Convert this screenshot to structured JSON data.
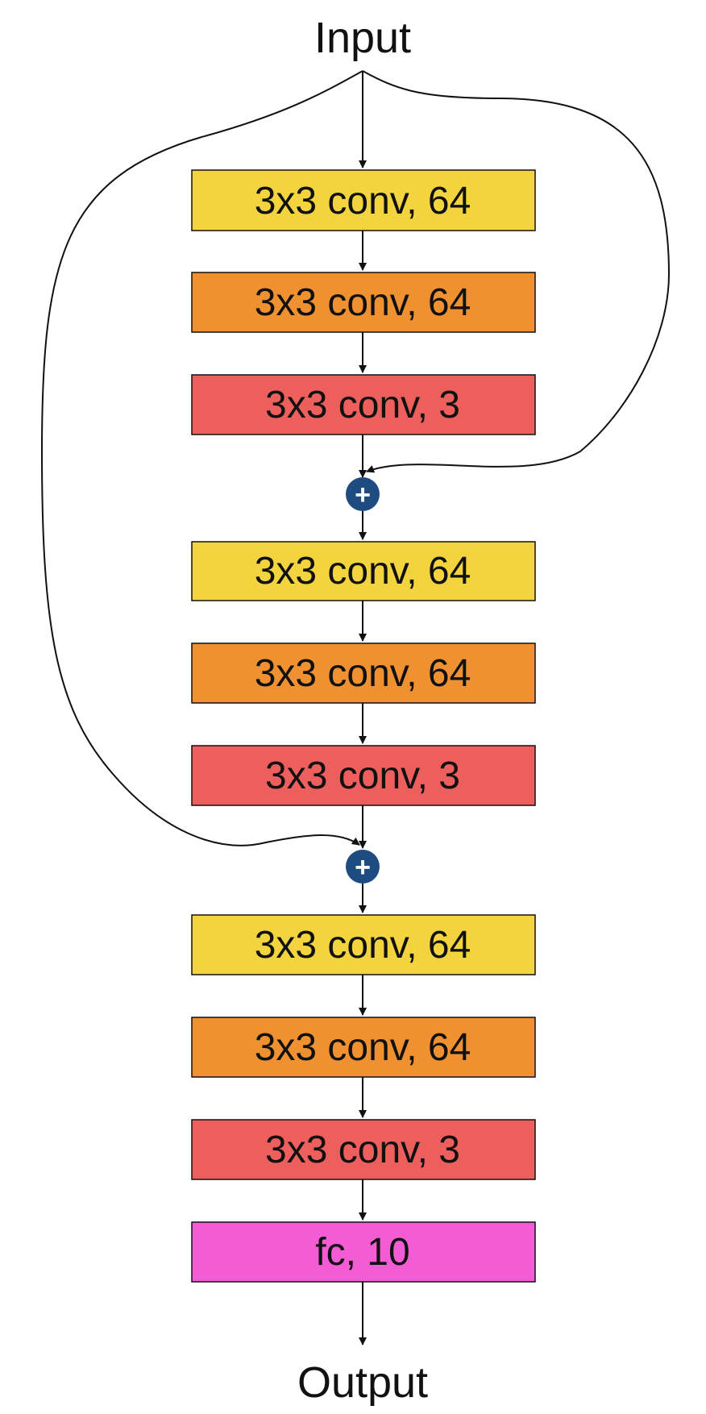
{
  "input_label": "Input",
  "output_label": "Output",
  "layers": [
    {
      "label": "3x3 conv, 64",
      "color": "#f3d43f"
    },
    {
      "label": "3x3 conv, 64",
      "color": "#f09131"
    },
    {
      "label": "3x3 conv, 3",
      "color": "#ec5f5c"
    },
    {
      "label": "3x3 conv, 64",
      "color": "#f3d43f"
    },
    {
      "label": "3x3 conv, 64",
      "color": "#f09131"
    },
    {
      "label": "3x3 conv, 3",
      "color": "#ec5f5c"
    },
    {
      "label": "3x3 conv, 64",
      "color": "#f3d43f"
    },
    {
      "label": "3x3 conv, 64",
      "color": "#f09131"
    },
    {
      "label": "3x3 conv, 3",
      "color": "#ec5f5c"
    },
    {
      "label": "fc, 10",
      "color": "#f45cd6"
    }
  ],
  "add_nodes": [
    {
      "symbol": "+",
      "color": "#1e4c80"
    },
    {
      "symbol": "+",
      "color": "#1e4c80"
    }
  ],
  "colors": {
    "stroke": "#111111",
    "background": "#ffffff"
  }
}
